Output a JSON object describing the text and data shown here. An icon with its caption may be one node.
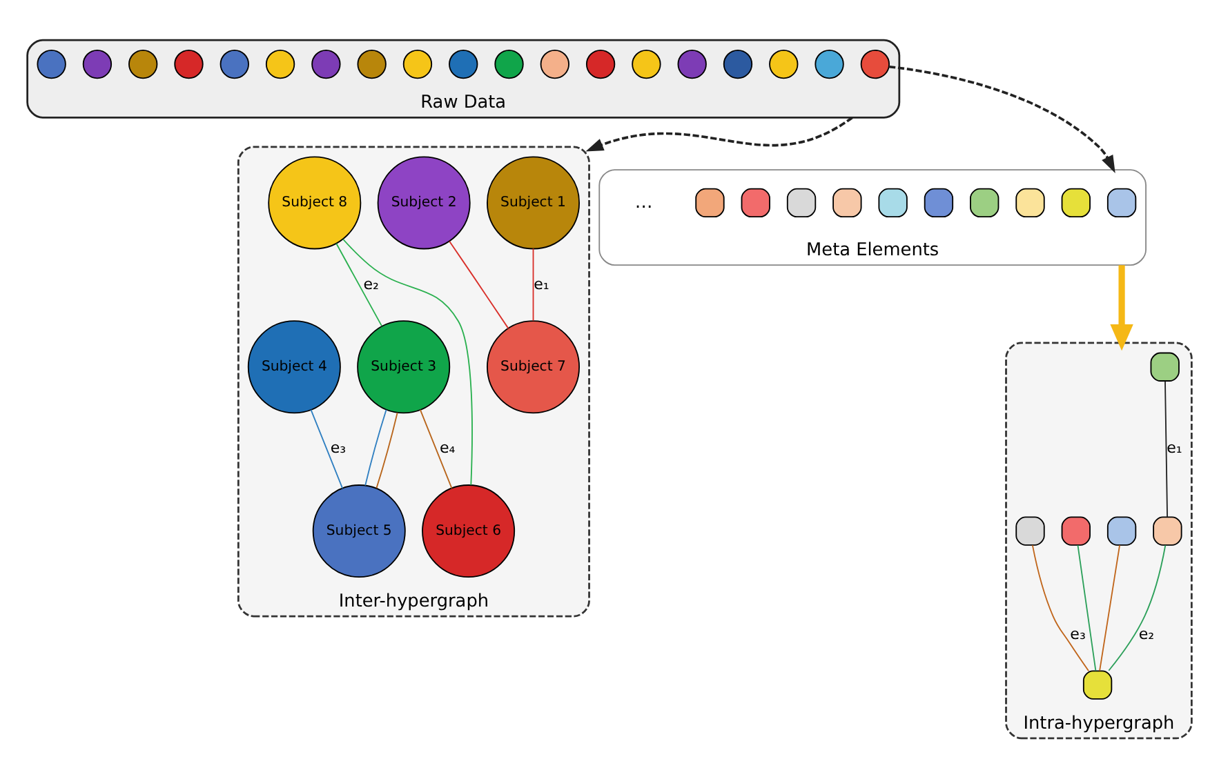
{
  "diagram": {
    "nodes": [
      {
        "text": [
          "Raw Data"
        ]
      },
      {
        "text": [],
        "shape": "circle",
        "in": 0
      },
      {
        "text": [],
        "shape": "circle",
        "in": 0
      },
      {
        "text": [],
        "shape": "circle",
        "in": 0
      },
      {
        "text": [],
        "shape": "circle",
        "in": 0
      },
      {
        "text": [],
        "shape": "circle",
        "in": 0
      },
      {
        "text": [],
        "shape": "circle",
        "in": 0
      },
      {
        "text": [],
        "shape": "circle",
        "in": 0
      },
      {
        "text": [],
        "shape": "circle",
        "in": 0
      },
      {
        "text": [],
        "shape": "circle",
        "in": 0
      },
      {
        "text": [],
        "shape": "circle",
        "in": 0
      },
      {
        "text": [],
        "shape": "circle",
        "in": 0
      },
      {
        "text": [],
        "shape": "circle",
        "in": 0
      },
      {
        "text": [],
        "shape": "circle",
        "in": 0
      },
      {
        "text": [],
        "shape": "circle",
        "in": 0
      },
      {
        "text": [],
        "shape": "circle",
        "in": 0
      },
      {
        "text": [],
        "shape": "circle",
        "in": 0
      },
      {
        "text": [],
        "shape": "circle",
        "in": 0
      },
      {
        "text": [],
        "shape": "circle",
        "in": 0
      },
      {
        "text": [],
        "shape": "circle",
        "in": 0
      },
      {
        "text": [
          "Meta Elements"
        ]
      },
      {
        "text": [],
        "shape": "box",
        "in": 20
      },
      {
        "text": [],
        "shape": "box",
        "in": 20
      },
      {
        "text": [],
        "shape": "box",
        "in": 20
      },
      {
        "text": [],
        "shape": "box",
        "in": 20
      },
      {
        "text": [],
        "shape": "box",
        "in": 20
      },
      {
        "text": [],
        "shape": "box",
        "in": 20
      },
      {
        "text": [],
        "shape": "box",
        "in": 20
      },
      {
        "text": [],
        "shape": "box",
        "in": 20
      },
      {
        "text": [],
        "shape": "box",
        "in": 20
      },
      {
        "text": [],
        "shape": "box",
        "in": 20
      },
      {
        "text": [
          "Intra-hypergraph"
        ]
      },
      {
        "text": [],
        "shape": "box",
        "in": 31
      },
      {
        "text": [],
        "shape": "box",
        "in": 31
      },
      {
        "text": [],
        "shape": "box",
        "in": 31
      },
      {
        "text": [],
        "shape": "box",
        "in": 31
      },
      {
        "text": [],
        "shape": "box",
        "in": 31
      },
      {
        "text": [],
        "shape": "box",
        "in": 31
      },
      {
        "text": [
          "Inter-hypergraph"
        ]
      },
      {
        "text": [
          "Subject 1"
        ],
        "in": 38
      },
      {
        "text": [
          "Subject 2"
        ],
        "in": 38
      },
      {
        "text": [
          "Subject 3"
        ],
        "in": 38
      },
      {
        "text": [
          "Subject 8"
        ],
        "in": 38
      },
      {
        "text": [
          "Subject 4"
        ],
        "in": 38
      },
      {
        "text": [
          "Subject 7"
        ],
        "in": 38
      },
      {
        "text": [
          "Subject 6"
        ],
        "in": 38
      },
      {
        "text": [
          "Subject 5"
        ],
        "in": 38
      }
    ],
    "edges": [
      {
        "from": 1,
        "to": 20,
        "arrow": "to",
        "style": "dashed"
      },
      {
        "from": 0,
        "to": 38,
        "arrow": "to",
        "style": "dashed"
      },
      {
        "from": 20,
        "to": 31,
        "arrow": "to",
        "style": "thick",
        "color": "#f5b816"
      },
      {
        "from": 34,
        "to": 33,
        "arrow": "none",
        "label": "e₁",
        "color": "#222222"
      },
      {
        "from": 33,
        "to": 37,
        "arrow": "none",
        "label": "e₂",
        "color": "#2ca05a"
      },
      {
        "from": 35,
        "to": 37,
        "arrow": "none",
        "color": "#2ca05a"
      },
      {
        "from": 32,
        "to": 37,
        "arrow": "none",
        "color": "#c0651a"
      },
      {
        "from": 36,
        "to": 37,
        "arrow": "none",
        "label": "e₃",
        "color": "#c0651a"
      },
      {
        "from": 39,
        "to": 44,
        "arrow": "none",
        "label": "e₁",
        "color": "#d9302a"
      },
      {
        "from": 40,
        "to": 44,
        "arrow": "none",
        "color": "#d9302a"
      },
      {
        "from": 42,
        "to": 41,
        "arrow": "none",
        "label": "e₂",
        "color": "#2ab04f"
      },
      {
        "from": 42,
        "to": 45,
        "arrow": "none",
        "color": "#2ab04f"
      },
      {
        "from": 41,
        "to": 46,
        "arrow": "none",
        "color": "#2f7fc1"
      },
      {
        "from": 43,
        "to": 46,
        "arrow": "none",
        "label": "e₃",
        "color": "#2f7fc1"
      },
      {
        "from": 41,
        "to": 45,
        "arrow": "none",
        "label": "e₄",
        "color": "#b8651b"
      },
      {
        "from": 41,
        "to": 46,
        "arrow": "none",
        "color": "#b8651b"
      }
    ],
    "labels": [
      "…"
    ]
  }
}
